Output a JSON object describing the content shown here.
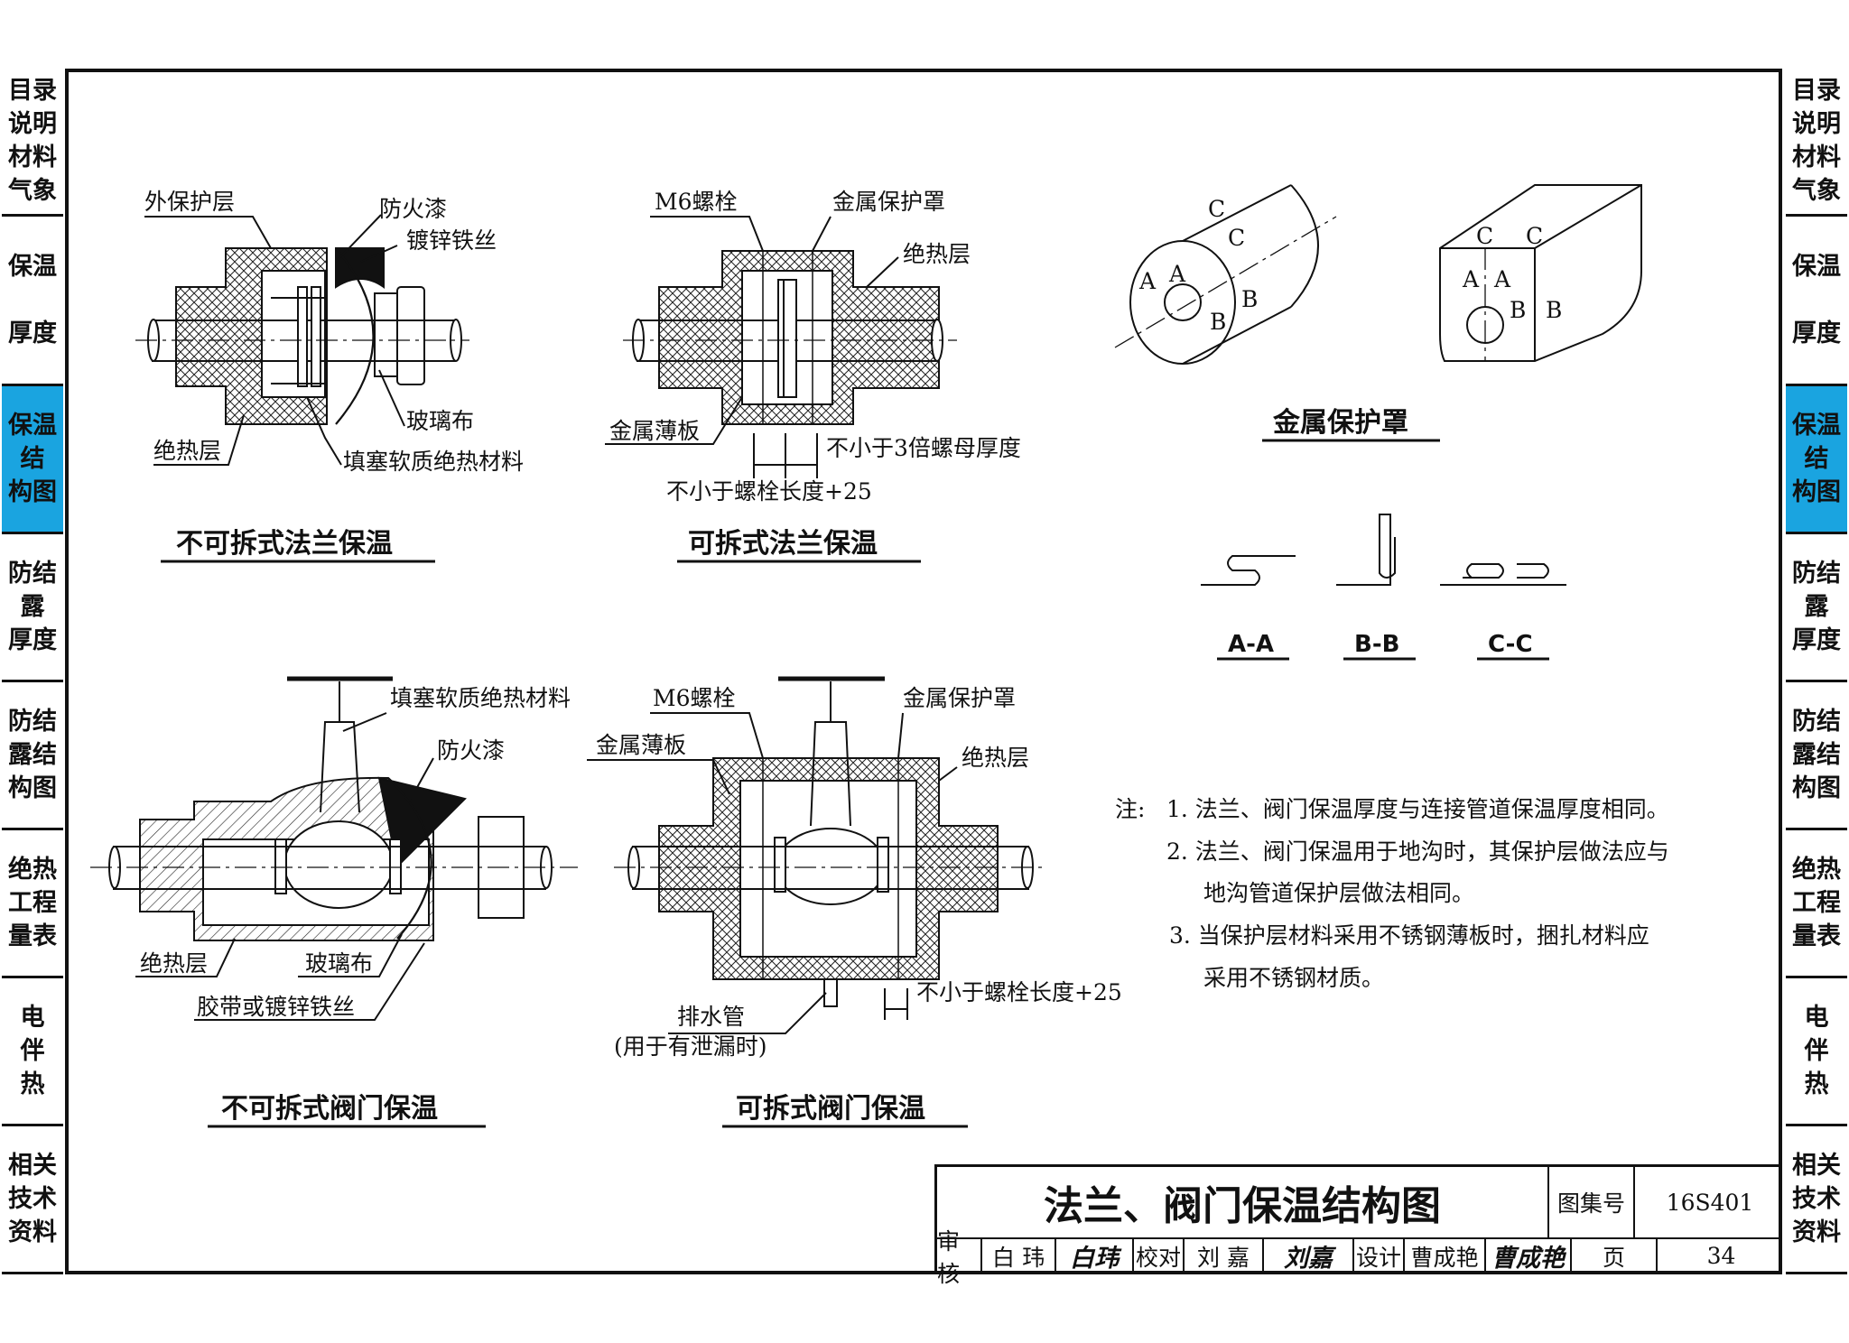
{
  "side_tabs": [
    {
      "label": "目录\n说明\n材料\n气象",
      "active": false
    },
    {
      "label": "保温\n\n厚度",
      "active": false
    },
    {
      "label": "保温\n结\n构图",
      "active": true
    },
    {
      "label": "防结\n露\n厚度",
      "active": false
    },
    {
      "label": "防结\n露结\n构图",
      "active": false
    },
    {
      "label": "绝热\n工程\n量表",
      "active": false
    },
    {
      "label": "电\n伴\n热",
      "active": false
    },
    {
      "label": "相关\n技术\n资料",
      "active": false
    }
  ],
  "active_color": "#1aa4e0",
  "flange_fixed": {
    "caption": "不可拆式法兰保温",
    "labels": {
      "outer": "外保护层",
      "fire": "防火漆",
      "wire": "镀锌铁丝",
      "glass": "玻璃布",
      "insul": "绝热层",
      "fill": "填塞软质绝热材料"
    }
  },
  "flange_removable": {
    "caption": "可拆式法兰保温",
    "labels": {
      "bolt": "M6螺栓",
      "cover": "金属保护罩",
      "insul": "绝热层",
      "sheet": "金属薄板",
      "nut": "不小于3倍螺母厚度",
      "boltlen": "不小于螺栓长度+25"
    }
  },
  "metal_cover": {
    "caption": "金属保护罩",
    "marks": [
      "A",
      "A",
      "B",
      "B",
      "C",
      "C"
    ],
    "sections": [
      "A-A",
      "B-B",
      "C-C"
    ]
  },
  "valve_fixed": {
    "caption": "不可拆式阀门保温",
    "labels": {
      "fill": "填塞软质绝热材料",
      "fire": "防火漆",
      "insul": "绝热层",
      "glass": "玻璃布",
      "tape": "胶带或镀锌铁丝"
    }
  },
  "valve_removable": {
    "caption": "可拆式阀门保温",
    "labels": {
      "bolt": "M6螺栓",
      "cover": "金属保护罩",
      "sheet": "金属薄板",
      "insul": "绝热层",
      "boltlen": "不小于螺栓长度+25",
      "drain": "排水管",
      "drain_note": "(用于有泄漏时)"
    }
  },
  "notes": {
    "prefix": "注:",
    "items": [
      "1.  法兰、阀门保温厚度与连接管道保温厚度相同。",
      "2.  法兰、阀门保温用于地沟时，其保护层做法应与",
      "地沟管道保护层做法相同。",
      "3.  当保护层材料采用不锈钢薄板时，捆扎材料应",
      "采用不锈钢材质。"
    ]
  },
  "title_block": {
    "title": "法兰、阀门保温结构图",
    "atlas_label": "图集号",
    "atlas_no": "16S401",
    "review_label": "审核",
    "reviewer": "白 玮",
    "reviewer_sig": "白玮",
    "check_label": "校对",
    "checker": "刘 嘉",
    "checker_sig": "刘嘉",
    "design_label": "设计",
    "designer": "曹成艳",
    "designer_sig": "曹成艳",
    "page_label": "页",
    "page_no": "34"
  }
}
